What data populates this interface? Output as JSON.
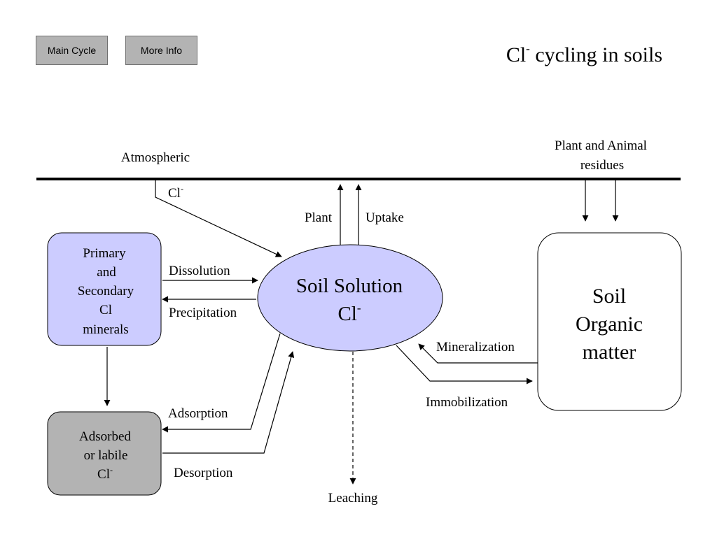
{
  "nav": {
    "main_cycle": "Main Cycle",
    "more_info": "More Info"
  },
  "title": {
    "main": "Cl",
    "sup": "-",
    "rest": " cycling in soils"
  },
  "labels": {
    "atmospheric": "Atmospheric",
    "atm_cl": "Cl",
    "atm_cl_sup": "-",
    "plant_animal_line1": "Plant and Animal",
    "plant_animal_line2": "residues",
    "plant": "Plant",
    "uptake": "Uptake",
    "dissolution": "Dissolution",
    "precipitation": "Precipitation",
    "mineralization": "Mineralization",
    "immobilization": "Immobilization",
    "adsorption": "Adsorption",
    "desorption": "Desorption",
    "leaching": "Leaching"
  },
  "nodes": {
    "soil_solution": {
      "line1": "Soil Solution",
      "line2": "Cl",
      "line2_sup": "-",
      "color": "#ccccff"
    },
    "minerals": {
      "line1": "Primary",
      "line2": "and",
      "line3": "Secondary",
      "line4": "Cl",
      "line5": "minerals",
      "color": "#ccccff"
    },
    "adsorbed": {
      "line1": "Adsorbed",
      "line2": "or labile",
      "line3": "Cl",
      "line3_sup": "-",
      "color": "#b3b3b3"
    },
    "organic": {
      "line1": "Soil",
      "line2": "Organic",
      "line3": "matter",
      "color": "#ffffff"
    }
  }
}
